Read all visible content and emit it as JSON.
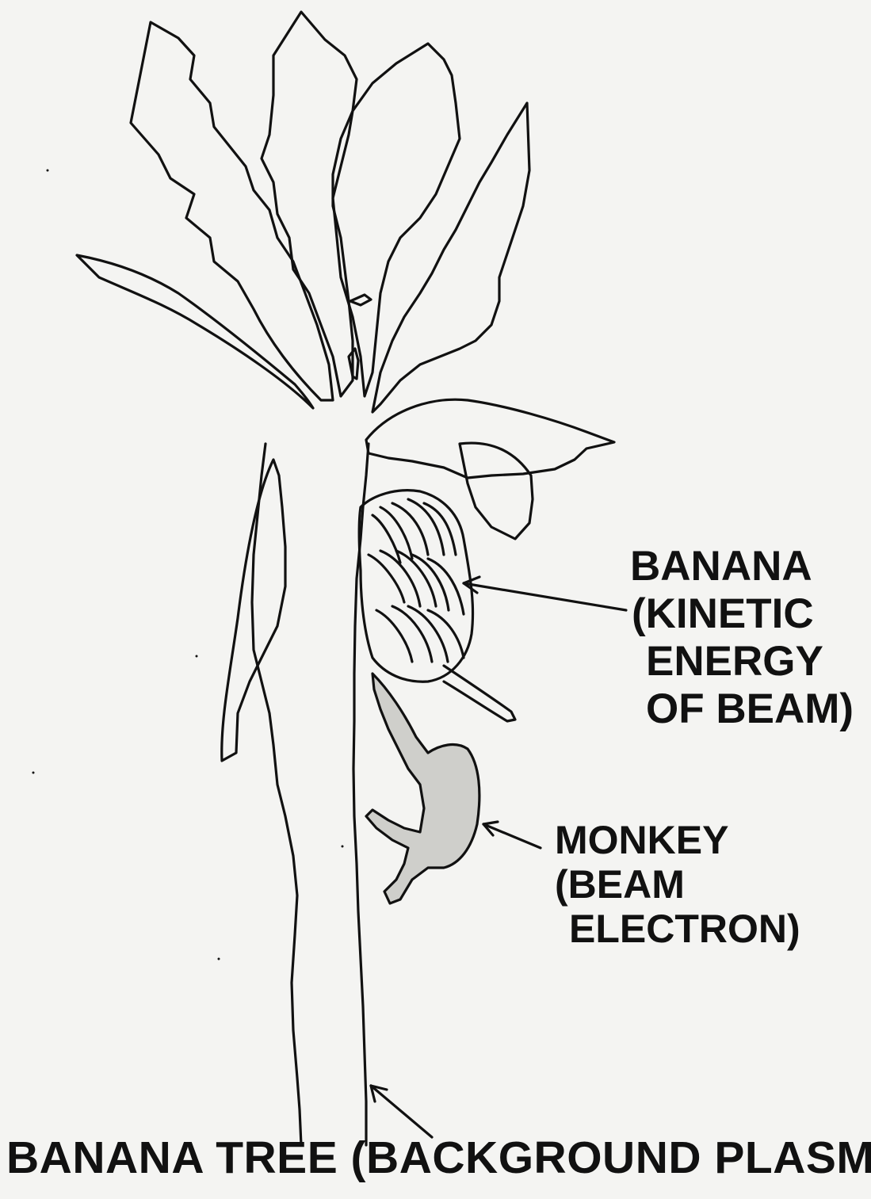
{
  "labels": {
    "banana": [
      "BANANA",
      "(KINETIC",
      "ENERGY",
      "OF BEAM)"
    ],
    "monkey": [
      "MONKEY",
      "(BEAM",
      "ELECTRON)"
    ],
    "tree": "BANANA TREE (BACKGROUND PLASMA)"
  },
  "colors": {
    "ink": "#111111",
    "paper": "#f4f4f2",
    "monkey_fill": "#cfcfcb"
  }
}
